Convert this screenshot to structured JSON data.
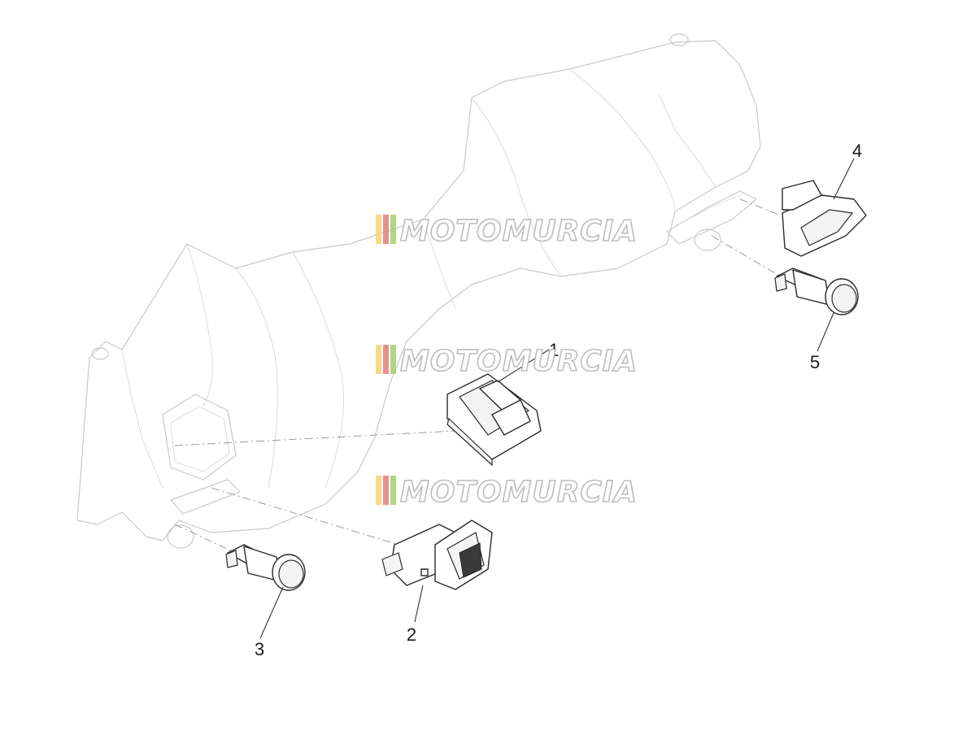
{
  "callouts": [
    {
      "id": "1",
      "label": "1"
    },
    {
      "id": "2",
      "label": "2"
    },
    {
      "id": "3",
      "label": "3"
    },
    {
      "id": "4",
      "label": "4"
    },
    {
      "id": "5",
      "label": "5"
    }
  ],
  "watermark": {
    "text": "MOTOMURCIA",
    "stripe_colors": [
      "#f4d06a",
      "#e57373",
      "#9ccc65"
    ]
  }
}
